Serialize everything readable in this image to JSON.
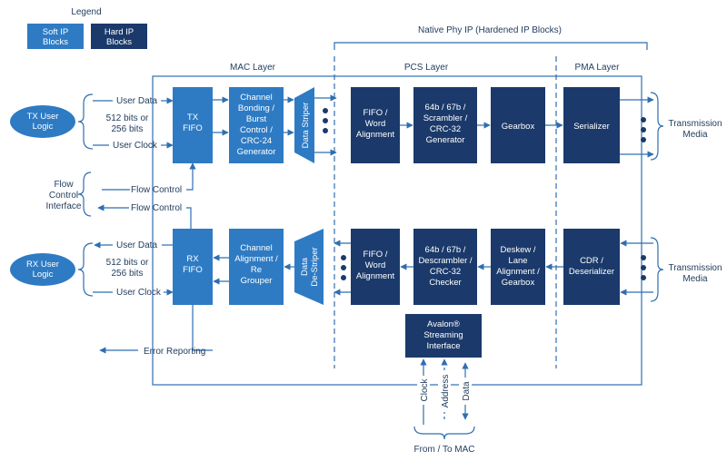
{
  "colors": {
    "soft": "#2e7bc4",
    "hard": "#1b3a6b",
    "wire": "#2f6fb0",
    "text": "#1f3b5c"
  },
  "legend": {
    "title": "Legend",
    "soft": [
      "Soft IP",
      "Blocks"
    ],
    "hard": [
      "Hard IP",
      "Blocks"
    ]
  },
  "native_phy": "Native Phy IP (Hardened IP Blocks)",
  "layers": {
    "mac": "MAC Layer",
    "pcs": "PCS Layer",
    "pma": "PMA Layer"
  },
  "tx_user": [
    "TX User",
    "Logic"
  ],
  "rx_user": [
    "RX User",
    "Logic"
  ],
  "flow_ctrl_interface": [
    "Flow",
    "Control",
    "Interface"
  ],
  "signals": {
    "user_data": "User Data",
    "user_clock": "User Clock",
    "bits": [
      "512 bits or",
      "256 bits"
    ],
    "flow_control": "Flow Control",
    "error_reporting": "Error Reporting",
    "transmission_media": [
      "Transmission",
      "Media"
    ],
    "clock": "Clock",
    "address": "Address",
    "data": "Data",
    "from_to_mac": "From / To MAC"
  },
  "blocks": {
    "tx_fifo": [
      "TX",
      "FIFO"
    ],
    "rx_fifo": [
      "RX",
      "FIFO"
    ],
    "channel_bonding": [
      "Channel",
      "Bonding /",
      "Burst",
      "Control /",
      "CRC-24",
      "Generator"
    ],
    "channel_alignment": [
      "Channel",
      "Alignment /",
      "Re",
      "Grouper"
    ],
    "data_striper": "Data Striper",
    "data_destriper": [
      "Data",
      "De-Striper"
    ],
    "fifo_word_tx": [
      "FIFO /",
      "Word",
      "Alignment"
    ],
    "scrambler": [
      "64b / 67b /",
      "Scrambler /",
      "CRC-32",
      "Generator"
    ],
    "gearbox": "Gearbox",
    "serializer": "Serializer",
    "fifo_word_rx": [
      "FIFO /",
      "Word",
      "Alignment"
    ],
    "descrambler": [
      "64b / 67b /",
      "Descrambler /",
      "CRC-32",
      "Checker"
    ],
    "deskew": [
      "Deskew /",
      "Lane",
      "Alignment /",
      "Gearbox"
    ],
    "cdr": [
      "CDR /",
      "Deserializer"
    ],
    "avalon": [
      "Avalon®",
      "Streaming",
      "Interface"
    ]
  }
}
